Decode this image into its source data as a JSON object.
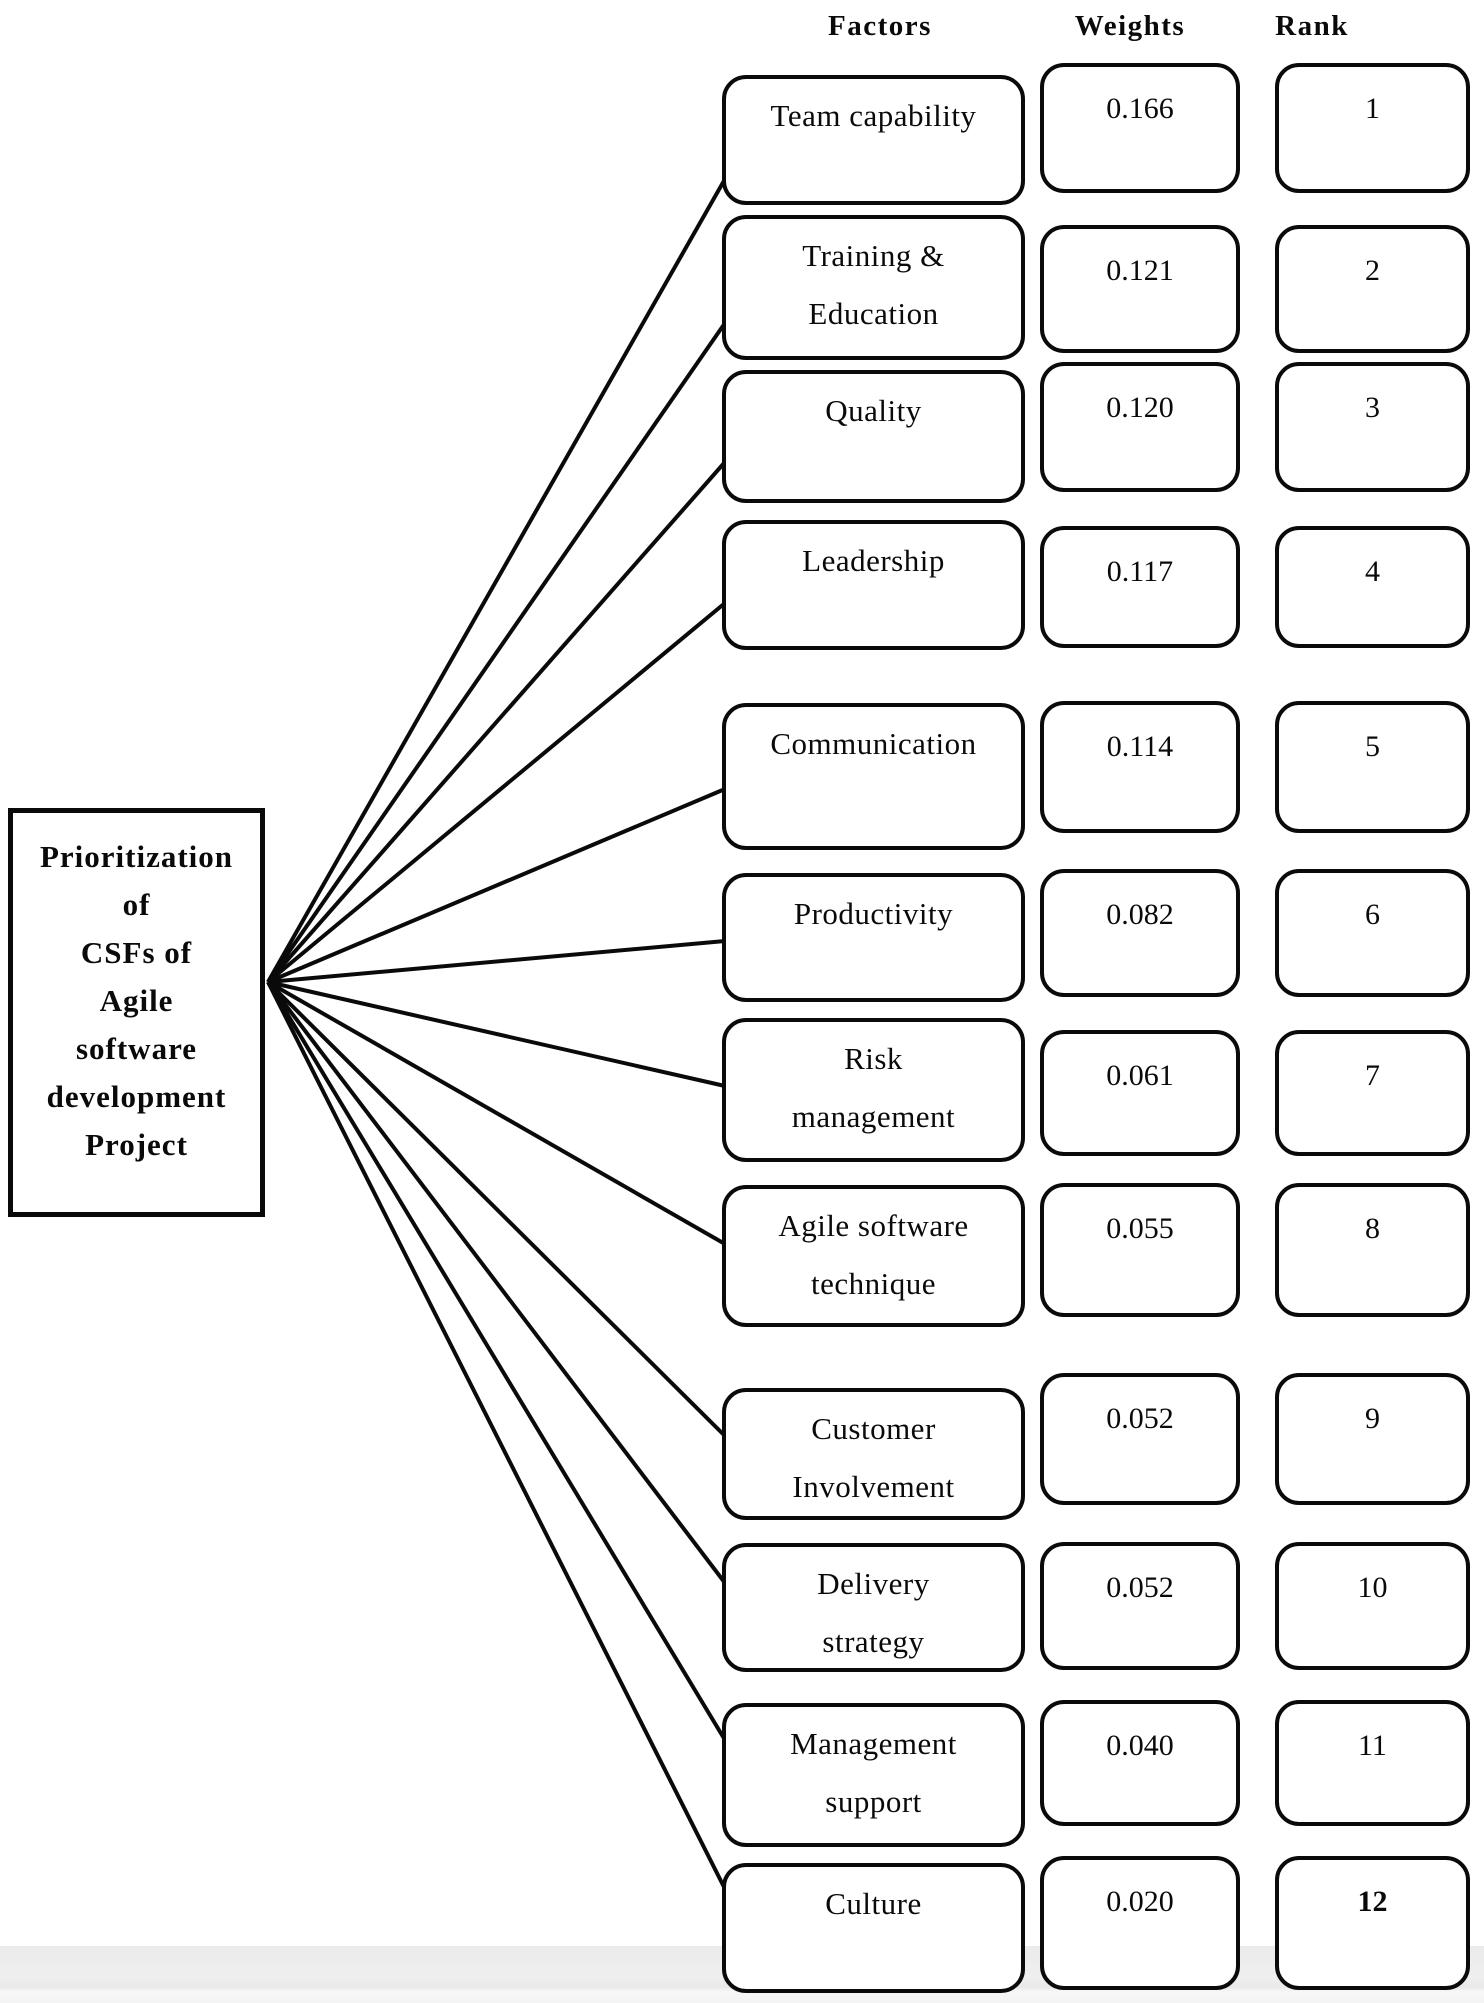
{
  "root": {
    "lines": [
      "Prioritization",
      "of",
      "CSFs of",
      "Agile",
      "software",
      "development",
      "Project"
    ]
  },
  "headers": {
    "factors": "Factors",
    "weights": "Weights",
    "rank": "Rank"
  },
  "rows": [
    {
      "lines": [
        "Team capability"
      ],
      "weight": "0.166",
      "rank": "1"
    },
    {
      "lines": [
        "Training &",
        "Education"
      ],
      "weight": "0.121",
      "rank": "2"
    },
    {
      "lines": [
        "Quality"
      ],
      "weight": "0.120",
      "rank": "3"
    },
    {
      "lines": [
        "Leadership"
      ],
      "weight": "0.117",
      "rank": "4"
    },
    {
      "lines": [
        "Communication"
      ],
      "weight": "0.114",
      "rank": "5"
    },
    {
      "lines": [
        "Productivity"
      ],
      "weight": "0.082",
      "rank": "6"
    },
    {
      "lines": [
        "Risk",
        "management"
      ],
      "weight": "0.061",
      "rank": "7"
    },
    {
      "lines": [
        "Agile software",
        "technique"
      ],
      "weight": "0.055",
      "rank": "8"
    },
    {
      "lines": [
        "Customer",
        "Involvement"
      ],
      "weight": "0.052",
      "rank": "9"
    },
    {
      "lines": [
        "Delivery",
        "strategy"
      ],
      "weight": "0.052",
      "rank": "10"
    },
    {
      "lines": [
        "Management",
        "support"
      ],
      "weight": "0.040",
      "rank": "11"
    },
    {
      "lines": [
        "Culture"
      ],
      "weight": "0.020",
      "rank": "12",
      "rank_bold": true
    }
  ],
  "colors": {
    "ink": "#0a0a0a",
    "background": "#ffffff",
    "footer_band": "#efefef"
  }
}
